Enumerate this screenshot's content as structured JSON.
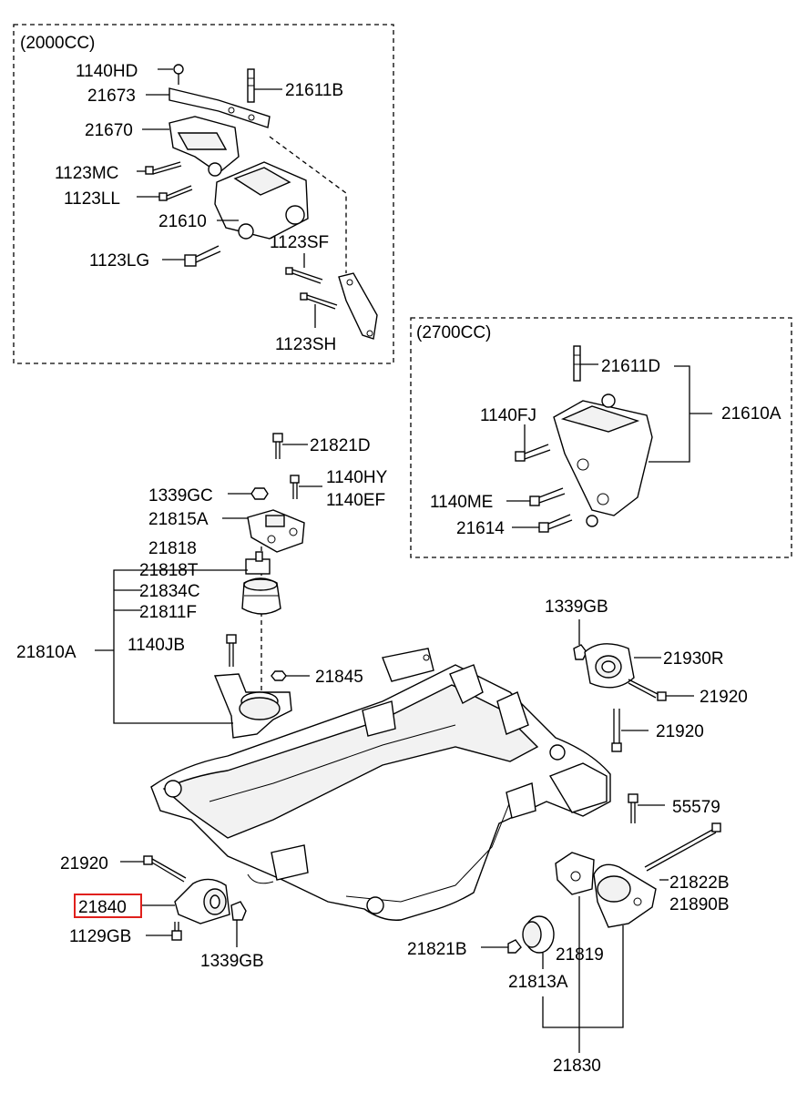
{
  "sections": {
    "engine_2000": "(2000CC)",
    "engine_2700": "(2700CC)"
  },
  "labels": {
    "l_1140HD": "1140HD",
    "l_21673": "21673",
    "l_21611B": "21611B",
    "l_21670": "21670",
    "l_1123MC": "1123MC",
    "l_1123LL": "1123LL",
    "l_21610": "21610",
    "l_1123SF": "1123SF",
    "l_1123LG": "1123LG",
    "l_1123SH": "1123SH",
    "l_21611D": "21611D",
    "l_1140FJ": "1140FJ",
    "l_21610A": "21610A",
    "l_1140ME": "1140ME",
    "l_21614": "21614",
    "l_21821D": "21821D",
    "l_1339GC": "1339GC",
    "l_1140HY": "1140HY",
    "l_1140EF": "1140EF",
    "l_21815A": "21815A",
    "l_21818": "21818",
    "l_21818T": "21818T",
    "l_21834C": "21834C",
    "l_21811F": "21811F",
    "l_21810A": "21810A",
    "l_1140JB": "1140JB",
    "l_21845": "21845",
    "l_1339GB_top": "1339GB",
    "l_21930R": "21930R",
    "l_21920_a": "21920",
    "l_21920_b": "21920",
    "l_55579": "55579",
    "l_21920_c": "21920",
    "l_21840": "21840",
    "l_1129GB": "1129GB",
    "l_1339GB_bot": "1339GB",
    "l_21822B": "21822B",
    "l_21890B": "21890B",
    "l_21821B": "21821B",
    "l_21819": "21819",
    "l_21813A": "21813A",
    "l_21830": "21830"
  },
  "highlight": {
    "part": "21840",
    "color": "#e0201c"
  }
}
